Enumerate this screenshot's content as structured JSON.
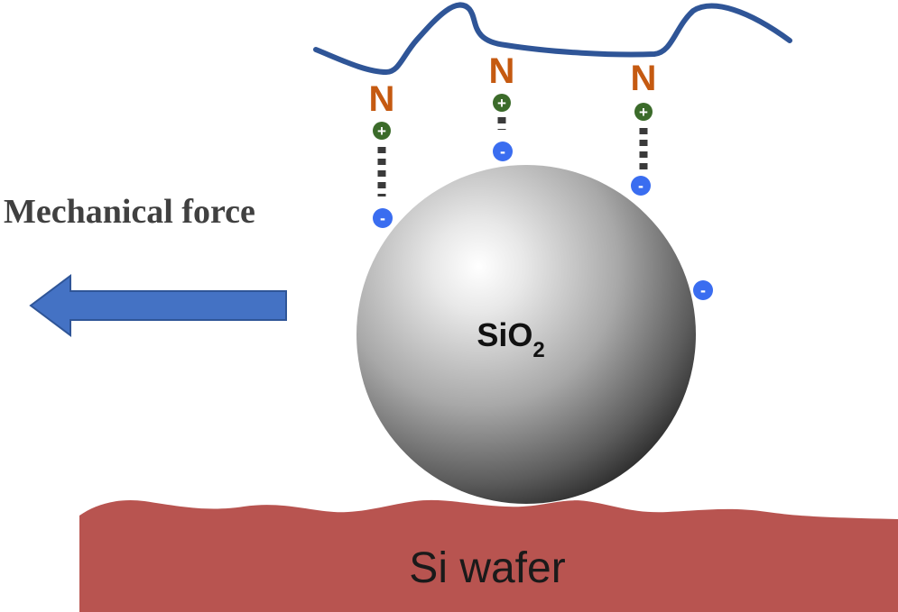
{
  "labels": {
    "force": "Mechanical force",
    "particle_main": "SiO",
    "particle_sub": "2",
    "substrate": "Si wafer",
    "nitrogen": "N",
    "plus": "+",
    "minus": "-"
  },
  "colors": {
    "polymer": "#2f5597",
    "nitrogen": "#c55a11",
    "plus_fill": "#3b6b2a",
    "minus_fill": "#3a6df0",
    "bond": "#3a3a3a",
    "arrow": "#4472c4",
    "wafer": "#b85450",
    "sphere_light": "#ffffff",
    "sphere_dark": "#3a3a3a"
  },
  "icons": {
    "arrow": "left-arrow-icon",
    "plus_charge": "plus-charge-icon",
    "minus_charge": "minus-charge-icon"
  }
}
